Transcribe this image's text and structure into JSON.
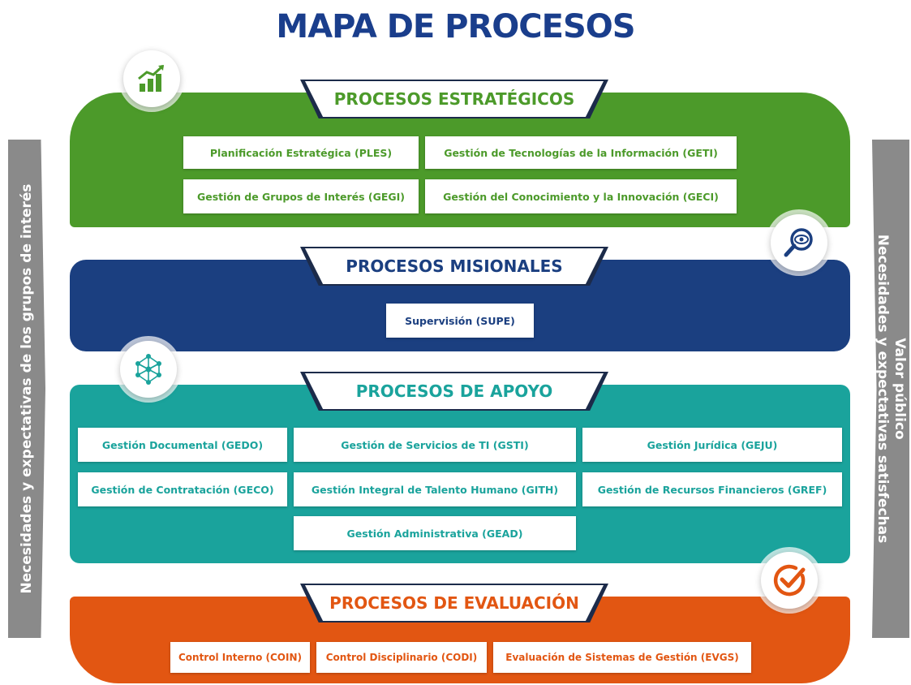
{
  "title": "MAPA DE PROCESOS",
  "left_arrow_text": "Necesidades y expectativas de los grupos de interés",
  "right_arrow_text_line1": "Valor público",
  "right_arrow_text_line2": "Necesidades y expectativas satisfechas",
  "strategic": {
    "header": "PROCESOS ESTRATÉGICOS",
    "color": "#4c9a2a",
    "items": [
      "Planificación Estratégica (PLES)",
      "Gestión de Tecnologías de la Información (GETI)",
      "Gestión de Grupos de Interés (GEGI)",
      "Gestión del Conocimiento y la Innovación (GECI)"
    ],
    "icon": "growth-chart-icon"
  },
  "missional": {
    "header": "PROCESOS MISIONALES",
    "color": "#1b3f80",
    "items": [
      "Supervisión (SUPE)"
    ],
    "icon": "magnifier-eye-icon"
  },
  "support": {
    "header": "PROCESOS DE APOYO",
    "color": "#1aa39c",
    "items": [
      "Gestión Documental (GEDO)",
      "Gestión de Servicios de TI (GSTI)",
      "Gestión Jurídica (GEJU)",
      "Gestión de Contratación (GECO)",
      "Gestión Integral de Talento Humano (GITH)",
      "Gestión de Recursos Financieros (GREF)",
      "Gestión Administrativa (GEAD)"
    ],
    "icon": "network-icon"
  },
  "evaluation": {
    "header": "PROCESOS DE EVALUACIÓN",
    "color": "#e25612",
    "items": [
      "Control Interno (COIN)",
      "Control Disciplinario (CODI)",
      "Evaluación de Sistemas de Gestión (EVGS)"
    ],
    "icon": "check-circle-icon"
  }
}
